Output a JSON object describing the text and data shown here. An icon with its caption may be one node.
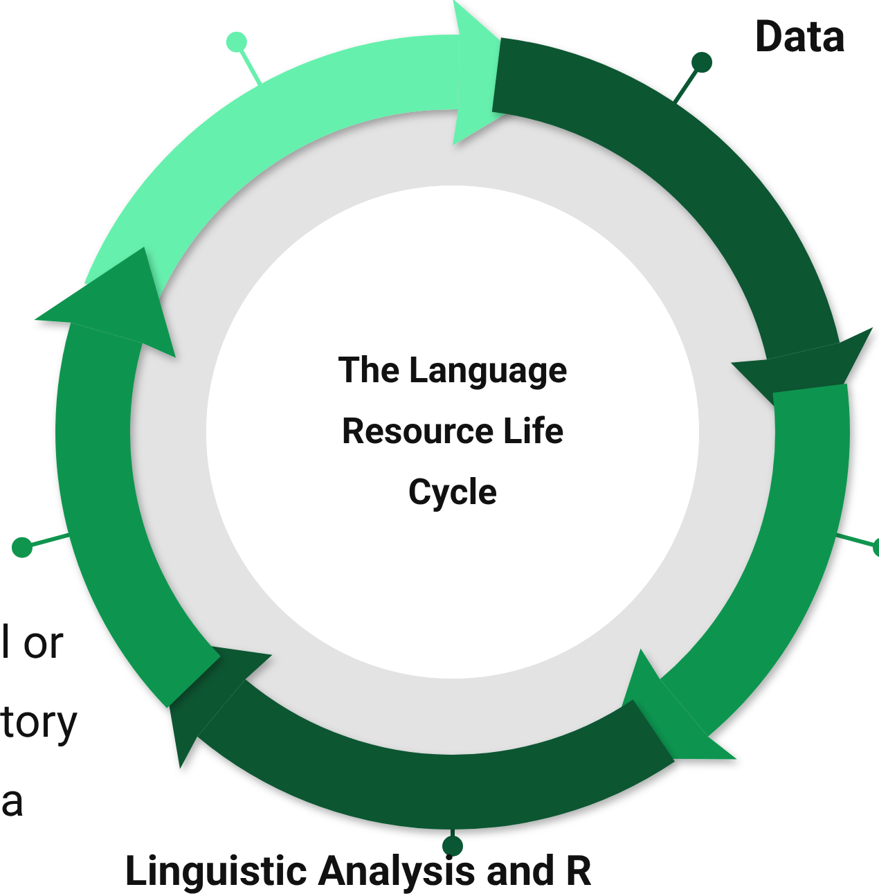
{
  "diagram": {
    "nodes": [
      {
        "text": [
          "The Language Resource Life Cycle"
        ]
      }
    ],
    "labels": [
      "Data",
      "l or tory a",
      "Linguistic Analysis and R"
    ]
  }
}
